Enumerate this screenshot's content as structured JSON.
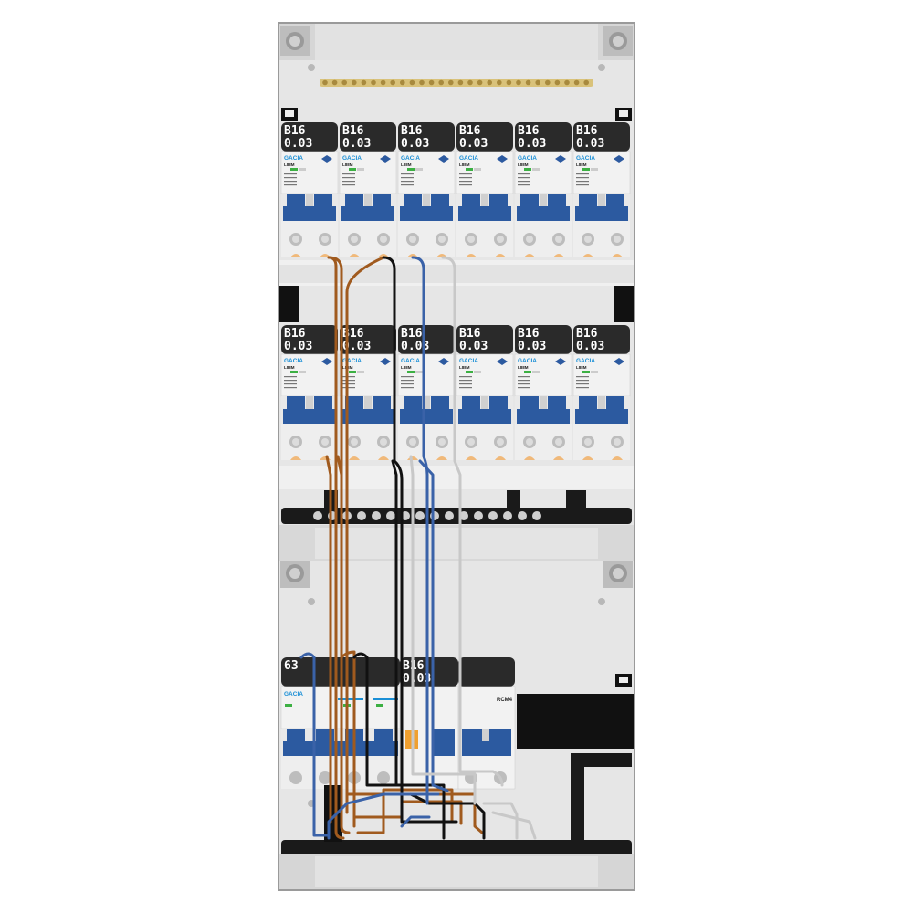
{
  "panel": {
    "row1": [
      {
        "rating": "B16",
        "sensitivity": "0.03",
        "brand": "GACIA",
        "model": "L88M"
      },
      {
        "rating": "B16",
        "sensitivity": "0.03",
        "brand": "GACIA",
        "model": "L88M"
      },
      {
        "rating": "B16",
        "sensitivity": "0.03",
        "brand": "GACIA",
        "model": "L88M"
      },
      {
        "rating": "B16",
        "sensitivity": "0.03",
        "brand": "GACIA",
        "model": "L88M"
      },
      {
        "rating": "B16",
        "sensitivity": "0.03",
        "brand": "GACIA",
        "model": "L88M"
      },
      {
        "rating": "B16",
        "sensitivity": "0.03",
        "brand": "GACIA",
        "model": "L88M"
      }
    ],
    "row2": [
      {
        "rating": "B16",
        "sensitivity": "0.03",
        "brand": "GACIA",
        "model": "L88M"
      },
      {
        "rating": "B16",
        "sensitivity": "0.03",
        "brand": "GACIA",
        "model": "L88M"
      },
      {
        "rating": "B16",
        "sensitivity": "0.03",
        "brand": "GACIA",
        "model": "L88M"
      },
      {
        "rating": "B16",
        "sensitivity": "0.03",
        "brand": "GACIA",
        "model": "L88M"
      },
      {
        "rating": "B16",
        "sensitivity": "0.03",
        "brand": "GACIA",
        "model": "L88M"
      },
      {
        "rating": "B16",
        "sensitivity": "0.03",
        "brand": "GACIA",
        "model": "L88M"
      }
    ],
    "row3": {
      "main_switch": {
        "rating": "63",
        "brand": "GACIA"
      },
      "rcbo": {
        "rating": "B16",
        "sensitivity": "0.03"
      },
      "rcm_label": "RCM4"
    }
  },
  "colors": {
    "panel_bg": "#e6e6e6",
    "rail": "#cccccc",
    "breaker_body": "#f2f2f2",
    "breaker_label": "#2a2a2a",
    "toggle_blue": "#2c5aa0",
    "brand_blue": "#1a8fd6",
    "busbar_black": "#1a1a1a",
    "brass": "#d9c27a",
    "wire_brown": "#a05a1e",
    "wire_black": "#111111",
    "wire_blue": "#3a62a8",
    "wire_grey": "#c8c8c8"
  }
}
